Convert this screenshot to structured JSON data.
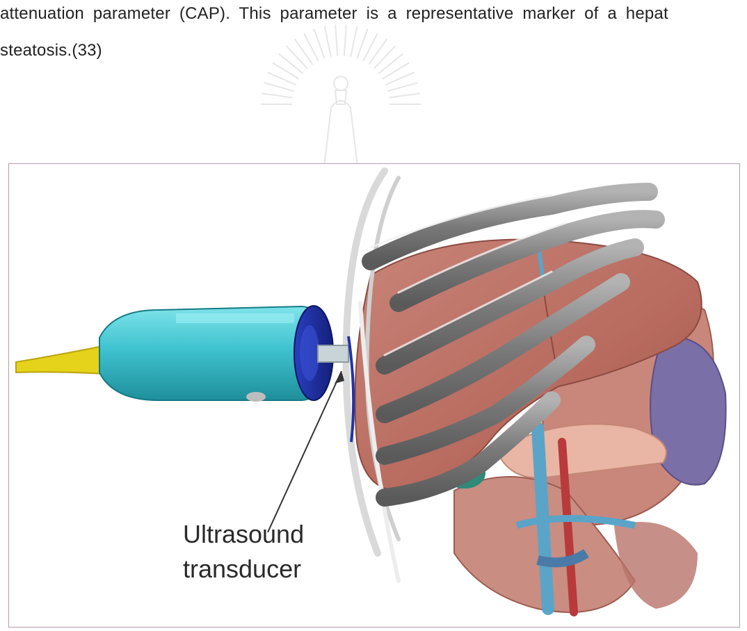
{
  "document": {
    "text_lines": [
      "attenuation parameter (CAP). This parameter is a representative marker of a hepat",
      "steatosis.(33)"
    ]
  },
  "figure": {
    "label_line1": "Ultrasound",
    "label_line2": "transducer",
    "colors": {
      "liver": "#b86a5e",
      "probe_body": "#3fc3cf",
      "probe_cap": "#2233a8",
      "probe_tip": "#e5d21a",
      "ribs": "#8c8c8c",
      "spleen": "#7b6fa8",
      "vessels_blue": "#5aa4c8",
      "vessels_red": "#b83a3a",
      "frame": "#b49bb0"
    },
    "icons": [
      "university-seal-watermark"
    ]
  }
}
